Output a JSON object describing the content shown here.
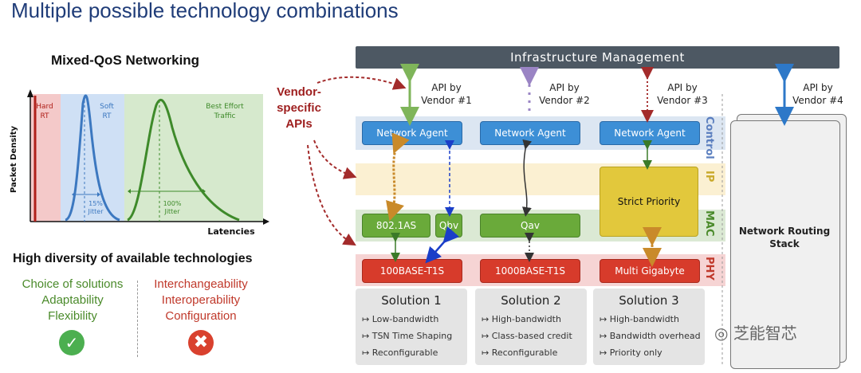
{
  "title": "Multiple possible technology combinations",
  "qos": {
    "title": "Mixed-QoS Networking",
    "ylabel": "Packet Density",
    "xlabel": "Latencies",
    "hard_rt": [
      "Hard",
      "RT"
    ],
    "soft_rt": [
      "Soft",
      "RT"
    ],
    "best_effort": [
      "Best Effort",
      "Traffic"
    ],
    "jitter_15": [
      "15%",
      "Jitter"
    ],
    "jitter_100": [
      "100%",
      "Jitter"
    ]
  },
  "diversity": {
    "heading": "High diversity of available technologies",
    "good": [
      "Choice of solutions",
      "Adaptability",
      "Flexibility"
    ],
    "bad": [
      "Interchangeability",
      "Interoperability",
      "Configuration"
    ],
    "good_icon": "✓",
    "bad_icon": "✖"
  },
  "vendor_apis": [
    "Vendor-",
    "specific",
    "APIs"
  ],
  "infra": "Infrastructure Management",
  "layers": {
    "control": "Control",
    "ip": "IP",
    "mac": "MAC",
    "phy": "PHY"
  },
  "apis": [
    [
      "API by",
      "Vendor #1"
    ],
    [
      "API by",
      "Vendor #2"
    ],
    [
      "API by",
      "Vendor #3"
    ],
    [
      "API by",
      "Vendor #4"
    ]
  ],
  "agent_label": "Network Agent",
  "mac_boxes": {
    "s1a": "802.1AS",
    "s1b": "Qbv",
    "s2": "Qav"
  },
  "phy_boxes": {
    "s1": "100BASE-T1S",
    "s2": "1000BASE-T1S",
    "s3": "Multi Gigabyte"
  },
  "strict_priority": "Strict Priority",
  "solutions": [
    {
      "title": "Solution 1",
      "items": [
        "Low-bandwidth",
        "TSN Time Shaping",
        "Reconfigurable"
      ]
    },
    {
      "title": "Solution 2",
      "items": [
        "High-bandwidth",
        "Class-based credit",
        "Reconfigurable"
      ]
    },
    {
      "title": "Solution 3",
      "items": [
        "High-bandwidth",
        "Bandwidth overhead",
        "Priority only"
      ]
    }
  ],
  "item_arrow": "↦",
  "routing_stack": [
    "Network Routing",
    "Stack"
  ],
  "watermark": "芝能智芯",
  "colors": {
    "hard_rt_bg": "#f4c9c9",
    "soft_rt_bg": "#cfe0f5",
    "best_effort_bg": "#d6e9cd",
    "control": "#5b7fbf",
    "ip": "#c9a92a",
    "mac": "#4a8a2a",
    "phy": "#c0392b"
  }
}
